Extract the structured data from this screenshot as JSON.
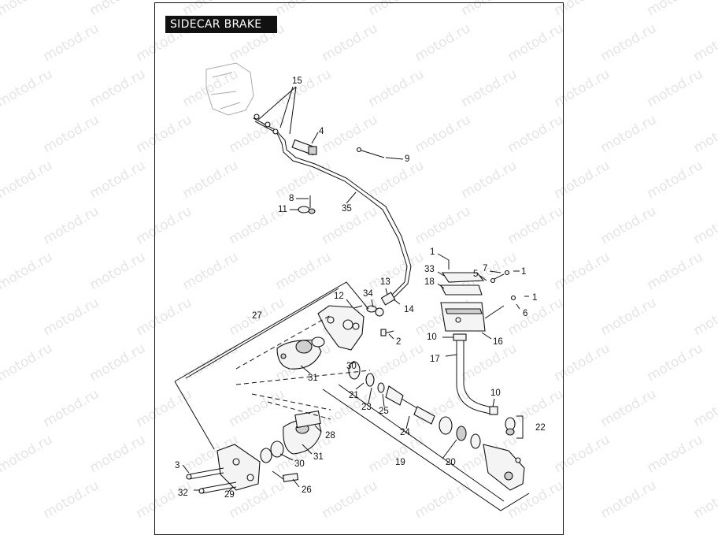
{
  "title": "SIDECAR BRAKE",
  "watermark": "motod.ru",
  "callouts": [
    "15",
    "4",
    "9",
    "8",
    "11",
    "35",
    "1",
    "33",
    "18",
    "5",
    "7",
    "1",
    "1",
    "6",
    "16",
    "10",
    "17",
    "10",
    "22",
    "13",
    "34",
    "12",
    "14",
    "27",
    "2",
    "30",
    "31",
    "21",
    "23",
    "25",
    "24",
    "28",
    "31",
    "30",
    "19",
    "20",
    "3",
    "32",
    "29",
    "26"
  ]
}
